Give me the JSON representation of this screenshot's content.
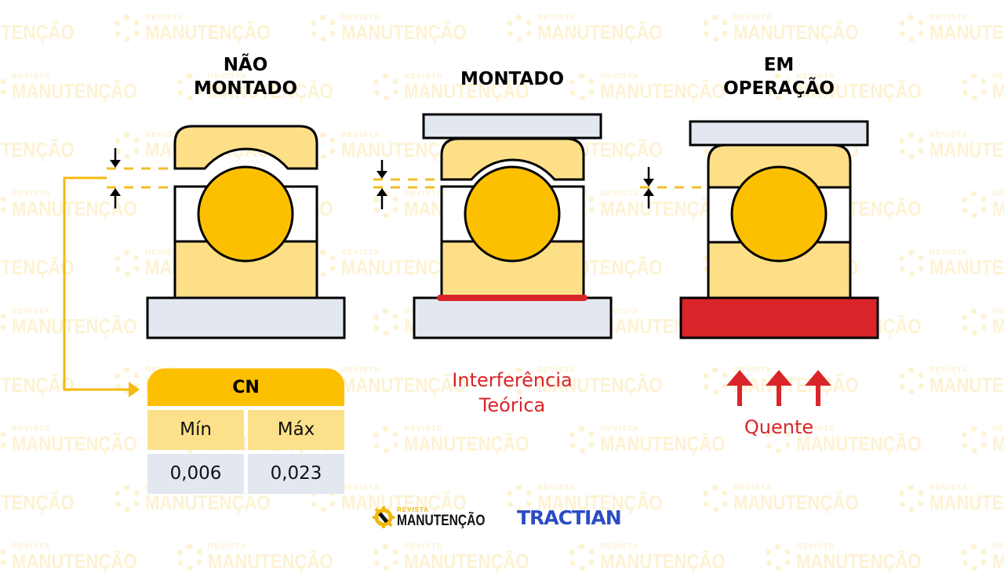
{
  "watermark": {
    "line1": "REVISTA",
    "line2": "MANUTENÇÃO",
    "icon": "gear-wrench-icon",
    "color": "#FDF2D2"
  },
  "panels": [
    {
      "title_line1": "NÃO",
      "title_line2": "MONTADO",
      "state": "unmounted",
      "clearance": "large"
    },
    {
      "title_line1": "",
      "title_line2": "MONTADO",
      "state": "mounted",
      "clearance": "reduced",
      "annotation_line1": "Interferência",
      "annotation_line2": "Teórica"
    },
    {
      "title_line1": "EM",
      "title_line2": "OPERAÇÃO",
      "state": "operating",
      "clearance": "minimal",
      "annotation": "Quente",
      "heat_arrows": 3
    }
  ],
  "cn_table": {
    "title": "CN",
    "headers": [
      "Mín",
      "Máx"
    ],
    "values": [
      "0,006",
      "0,023"
    ]
  },
  "logos": {
    "revista_line1": "REVISTA",
    "revista_line2": "MANUTENÇÃO",
    "tractian": "TRACTIAN"
  },
  "colors": {
    "housing_light": "#FDDF88",
    "ball": "#FCC000",
    "base_plate": "#E3E7EF",
    "hot_red": "#D9252A",
    "dash_yellow": "#F0BE2A",
    "tractian_blue": "#2B4CC4"
  }
}
